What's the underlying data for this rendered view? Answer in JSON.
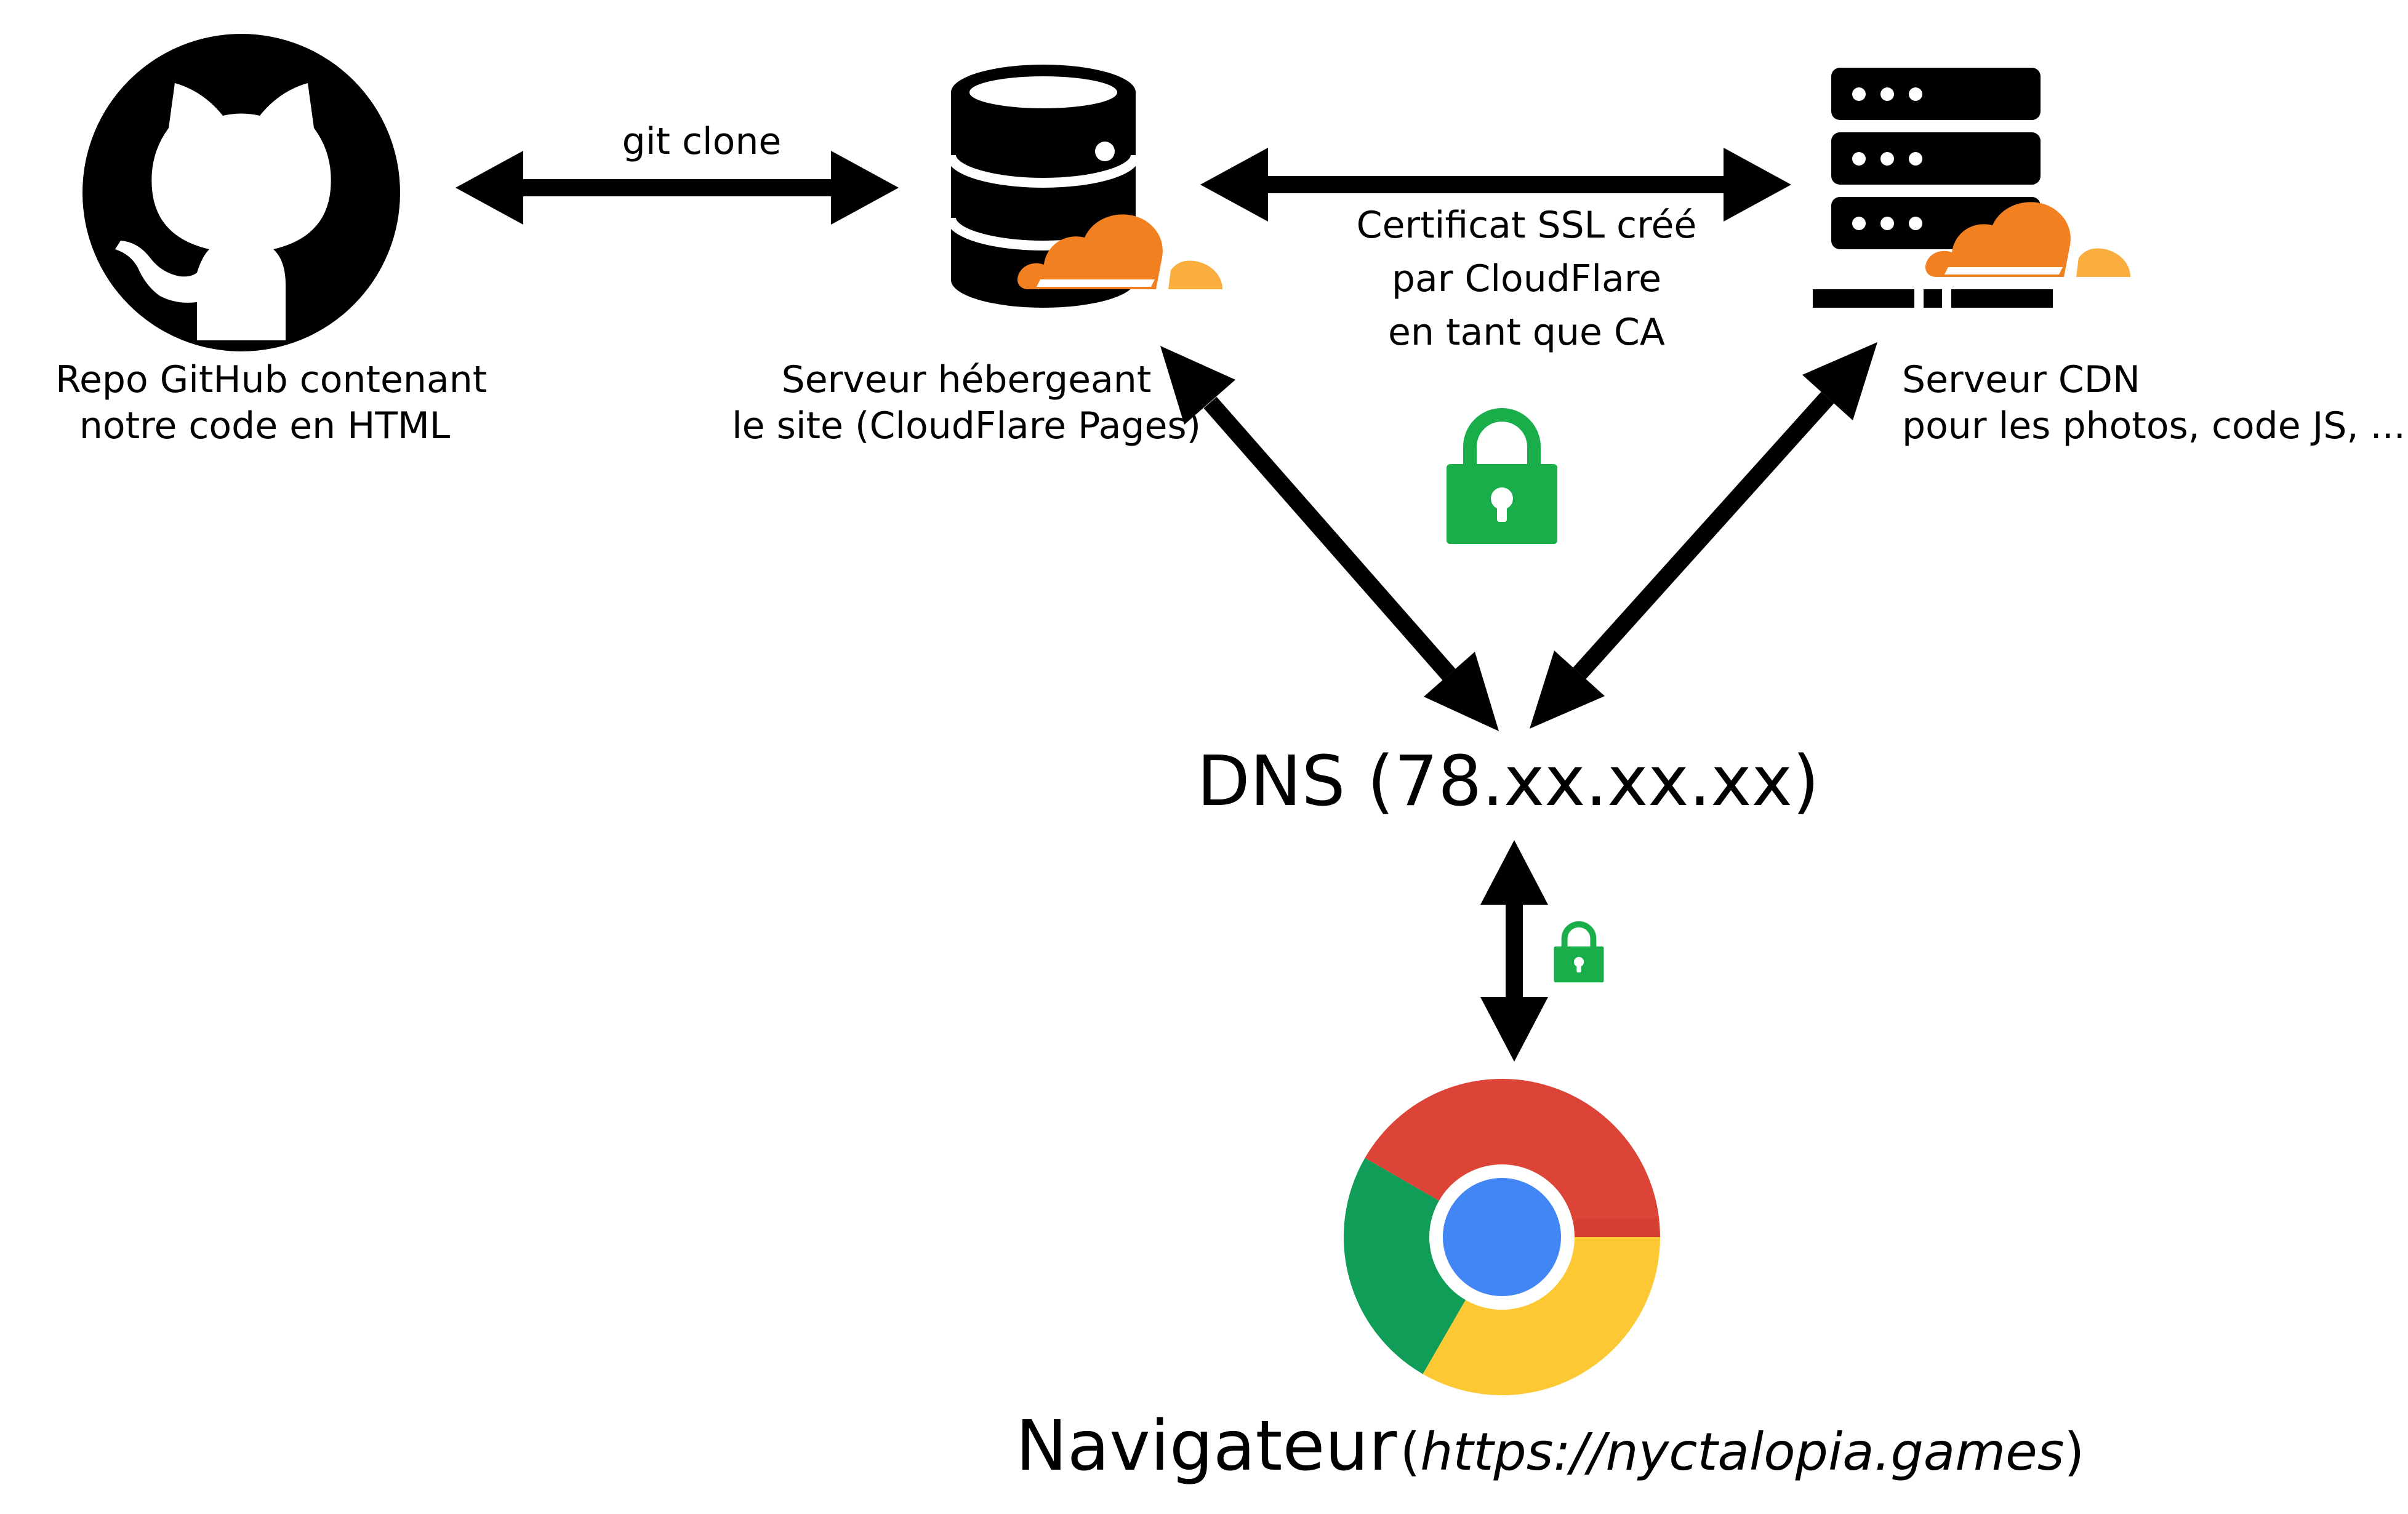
{
  "nodes": {
    "github": {
      "label_line1": "Repo GitHub contenant",
      "label_line2": "notre code en HTML",
      "icon": "github-icon"
    },
    "server": {
      "label_line1": "Serveur hébergeant",
      "label_line2": "le site (CloudFlare Pages)",
      "icon": "database-server-icon"
    },
    "cdn": {
      "label_line1": "Serveur CDN",
      "label_line2": "pour les photos, code JS, ...",
      "icon": "server-rack-icon"
    },
    "dns": {
      "label": "DNS (78.xx.xx.xx)"
    },
    "browser": {
      "label": "Navigateur",
      "url_open": "(",
      "url": "https://nyctalopia.games",
      "url_close": ")",
      "icon": "chrome-icon"
    }
  },
  "edges": {
    "github_server": {
      "label": "git clone"
    },
    "server_cdn": {
      "label_line1": "Certificat SSL créé",
      "label_line2": "par CloudFlare",
      "label_line3": "en tant que CA"
    }
  },
  "colors": {
    "arrow": "#000000",
    "lock": "#1aae4b",
    "cloudflare_orange": "#f38020",
    "cloudflare_light": "#faae40",
    "chrome_red": "#db4437",
    "chrome_green": "#0f9d58",
    "chrome_yellow": "#fcc934",
    "chrome_blue": "#4285f4"
  }
}
